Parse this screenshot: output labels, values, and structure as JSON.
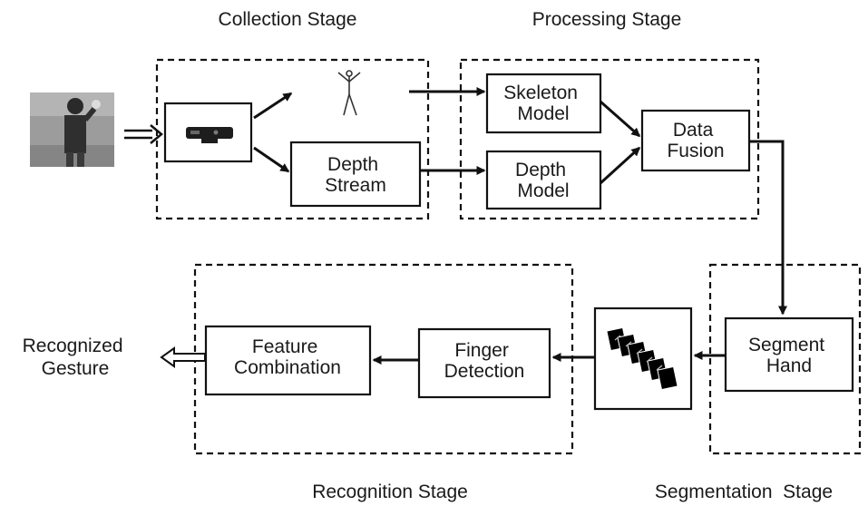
{
  "stages": {
    "collection": "Collection Stage",
    "processing": "Processing Stage",
    "recognition": "Recognition Stage",
    "segmentation": "Segmentation  Stage"
  },
  "nodes": {
    "depth_stream": [
      "Depth",
      "Stream"
    ],
    "skeleton_model": [
      "Skeleton",
      "Model"
    ],
    "depth_model": [
      "Depth",
      "Model"
    ],
    "data_fusion": [
      "Data",
      "Fusion"
    ],
    "segment_hand": [
      "Segment",
      "Hand"
    ],
    "finger_detection": [
      "Finger",
      "Detection"
    ],
    "feature_combination": [
      "Feature",
      "Combination"
    ]
  },
  "output": [
    "Recognized",
    "Gesture"
  ],
  "icons": {
    "input": "person-photo-icon",
    "sensor": "kinect-sensor-icon",
    "skeleton": "skeleton-figure-icon",
    "hand_patches": "hand-patches-icon"
  }
}
